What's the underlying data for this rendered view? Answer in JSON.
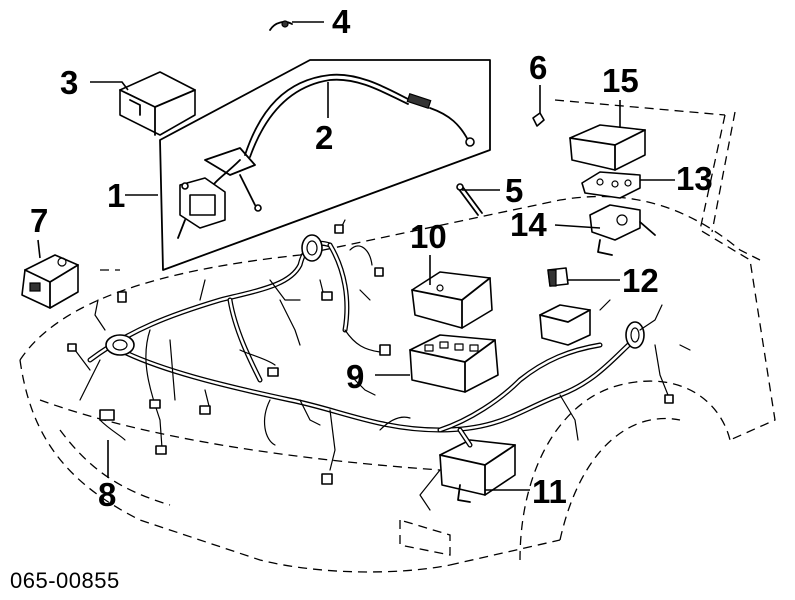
{
  "callouts": [
    "1",
    "2",
    "3",
    "4",
    "5",
    "6",
    "7",
    "8",
    "9",
    "10",
    "11",
    "12",
    "13",
    "14",
    "15"
  ],
  "diagram_code": "065-00855"
}
